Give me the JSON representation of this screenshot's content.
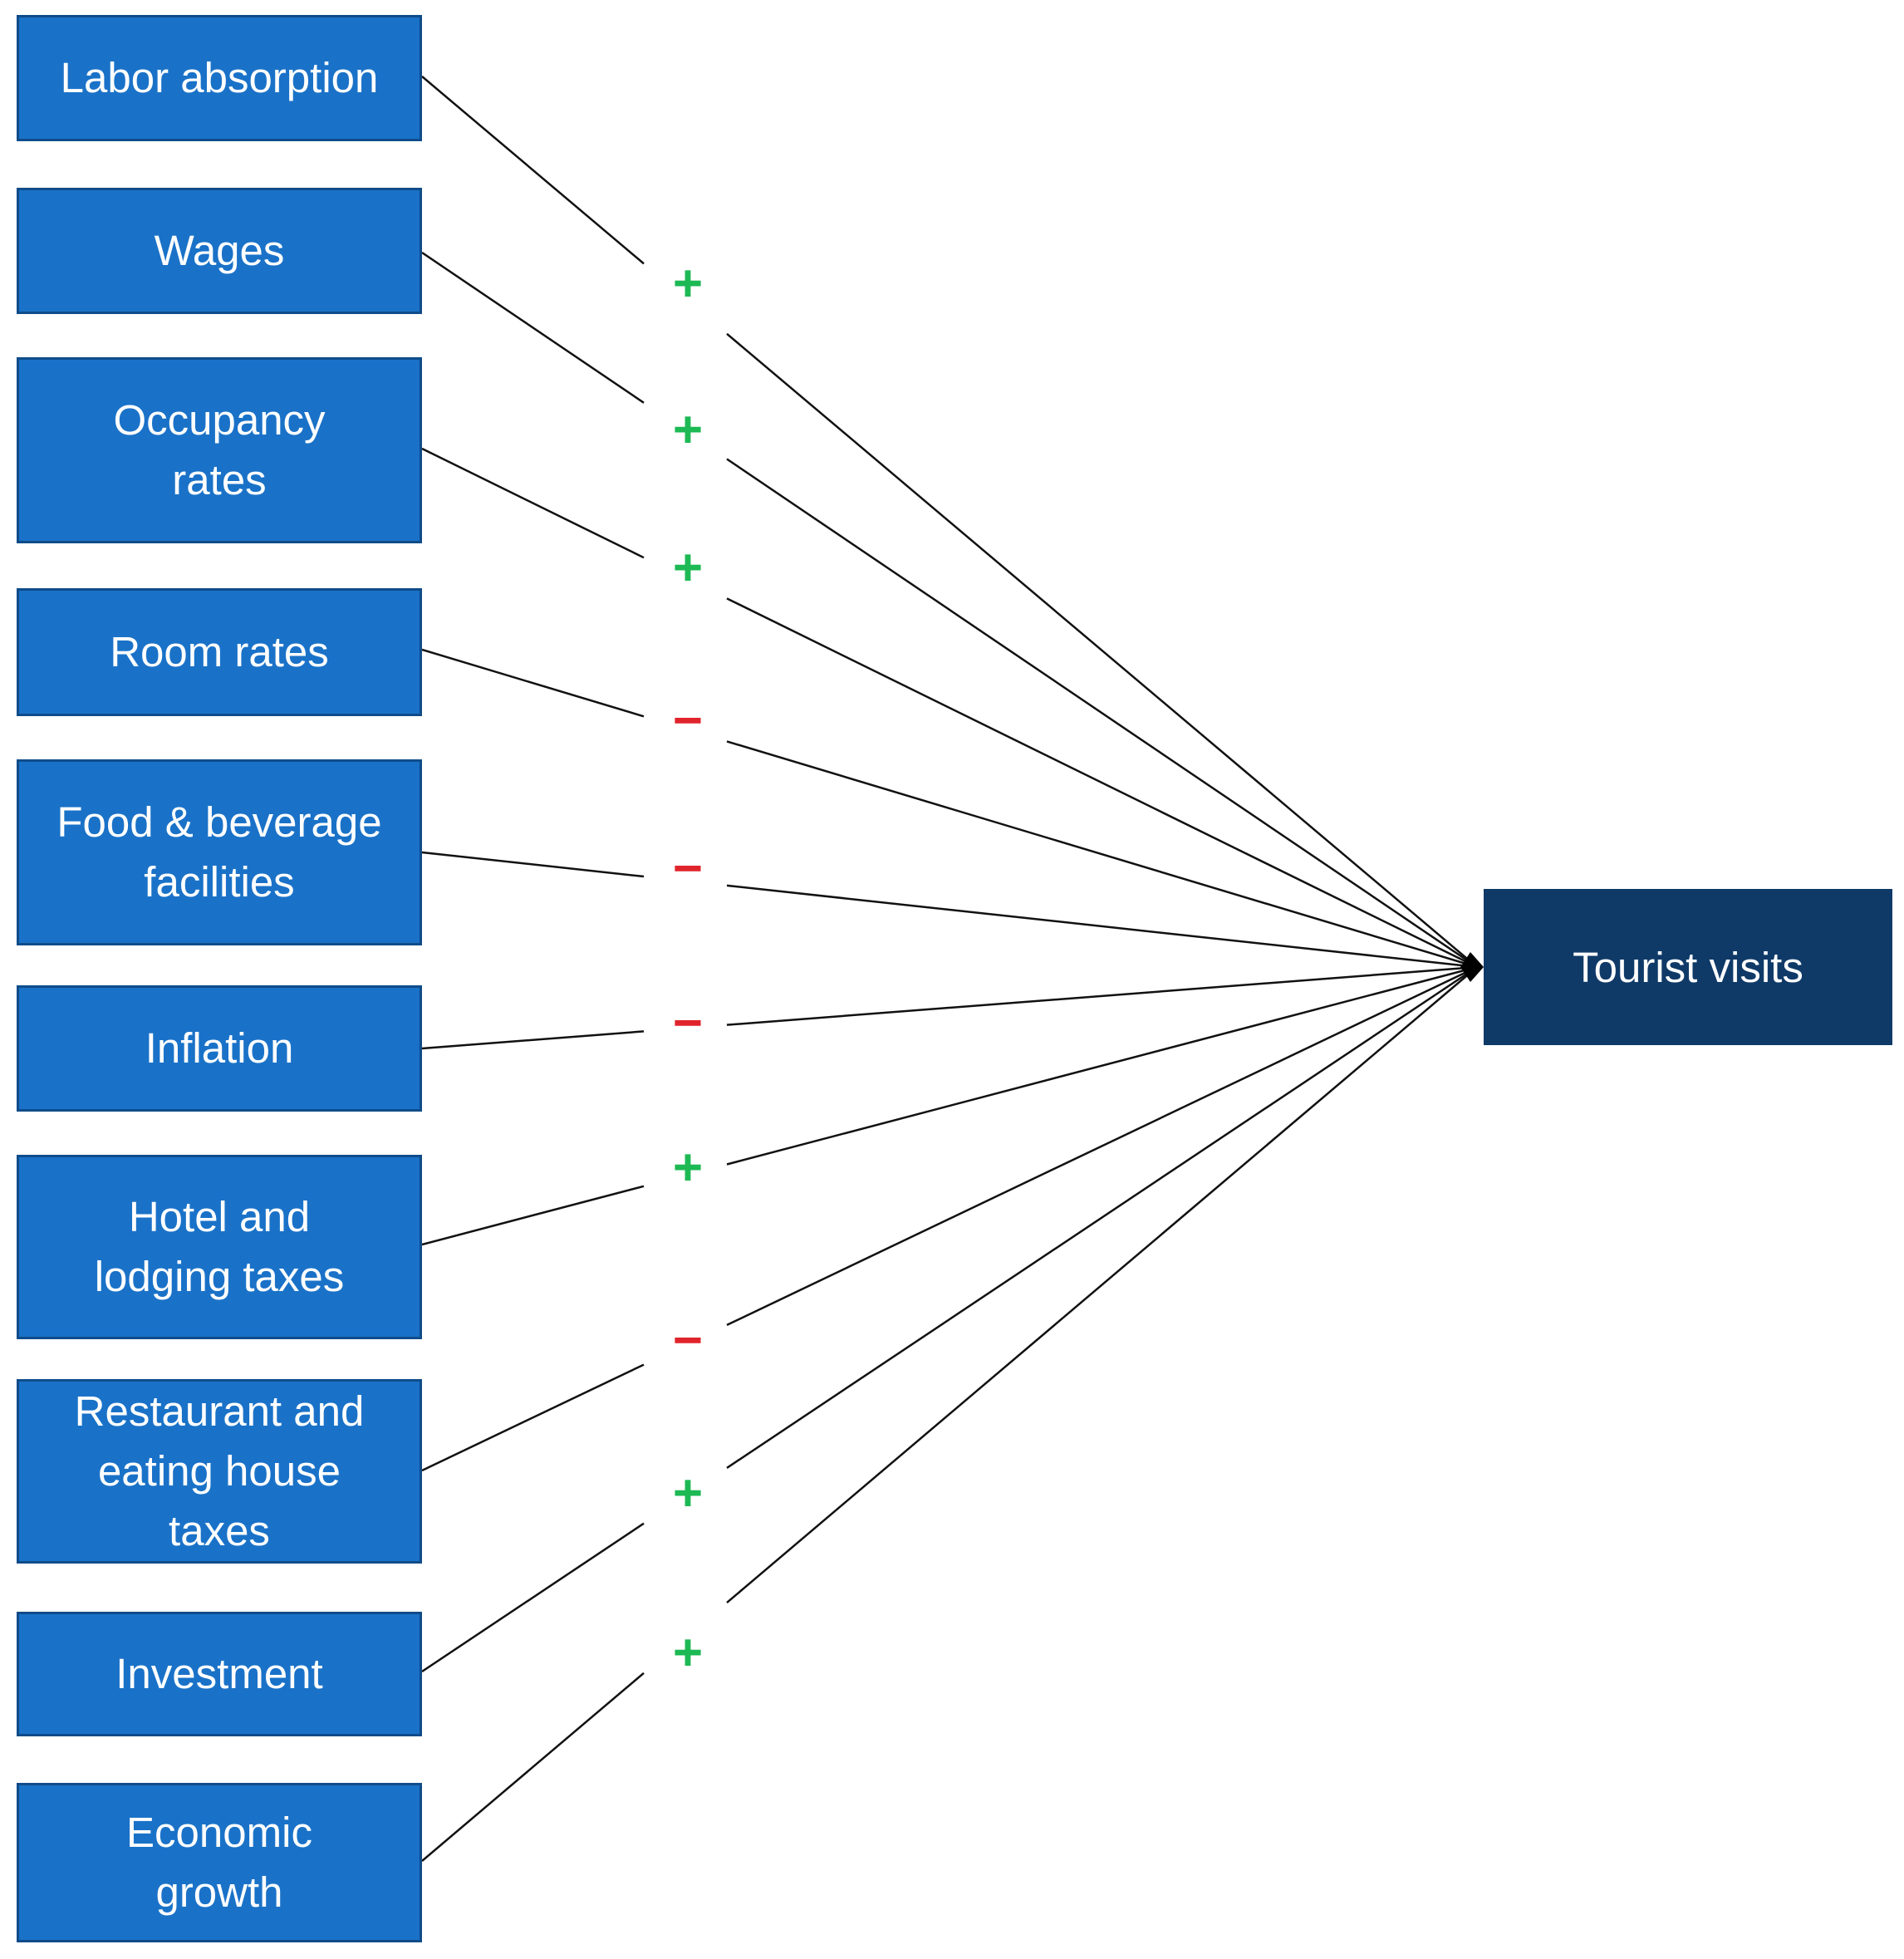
{
  "diagram": {
    "outcome": {
      "label": "Tourist visits",
      "color": "#0f3a68"
    },
    "factor_color": "#1a72c8",
    "positive_color": "#1db954",
    "negative_color": "#e0242c",
    "factors": [
      {
        "label": "Labor absorption",
        "sign": "+"
      },
      {
        "label": "Wages",
        "sign": "+"
      },
      {
        "label": "Occupancy\nrates",
        "sign": "+"
      },
      {
        "label": "Room rates",
        "sign": "−"
      },
      {
        "label": "Food & beverage\nfacilities",
        "sign": "−"
      },
      {
        "label": "Inflation",
        "sign": "−"
      },
      {
        "label": "Hotel and\nlodging taxes",
        "sign": "+"
      },
      {
        "label": "Restaurant and\neating house\ntaxes",
        "sign": "−"
      },
      {
        "label": "Investment",
        "sign": "+"
      },
      {
        "label": "Economic\ngrowth",
        "sign": "+"
      }
    ]
  }
}
